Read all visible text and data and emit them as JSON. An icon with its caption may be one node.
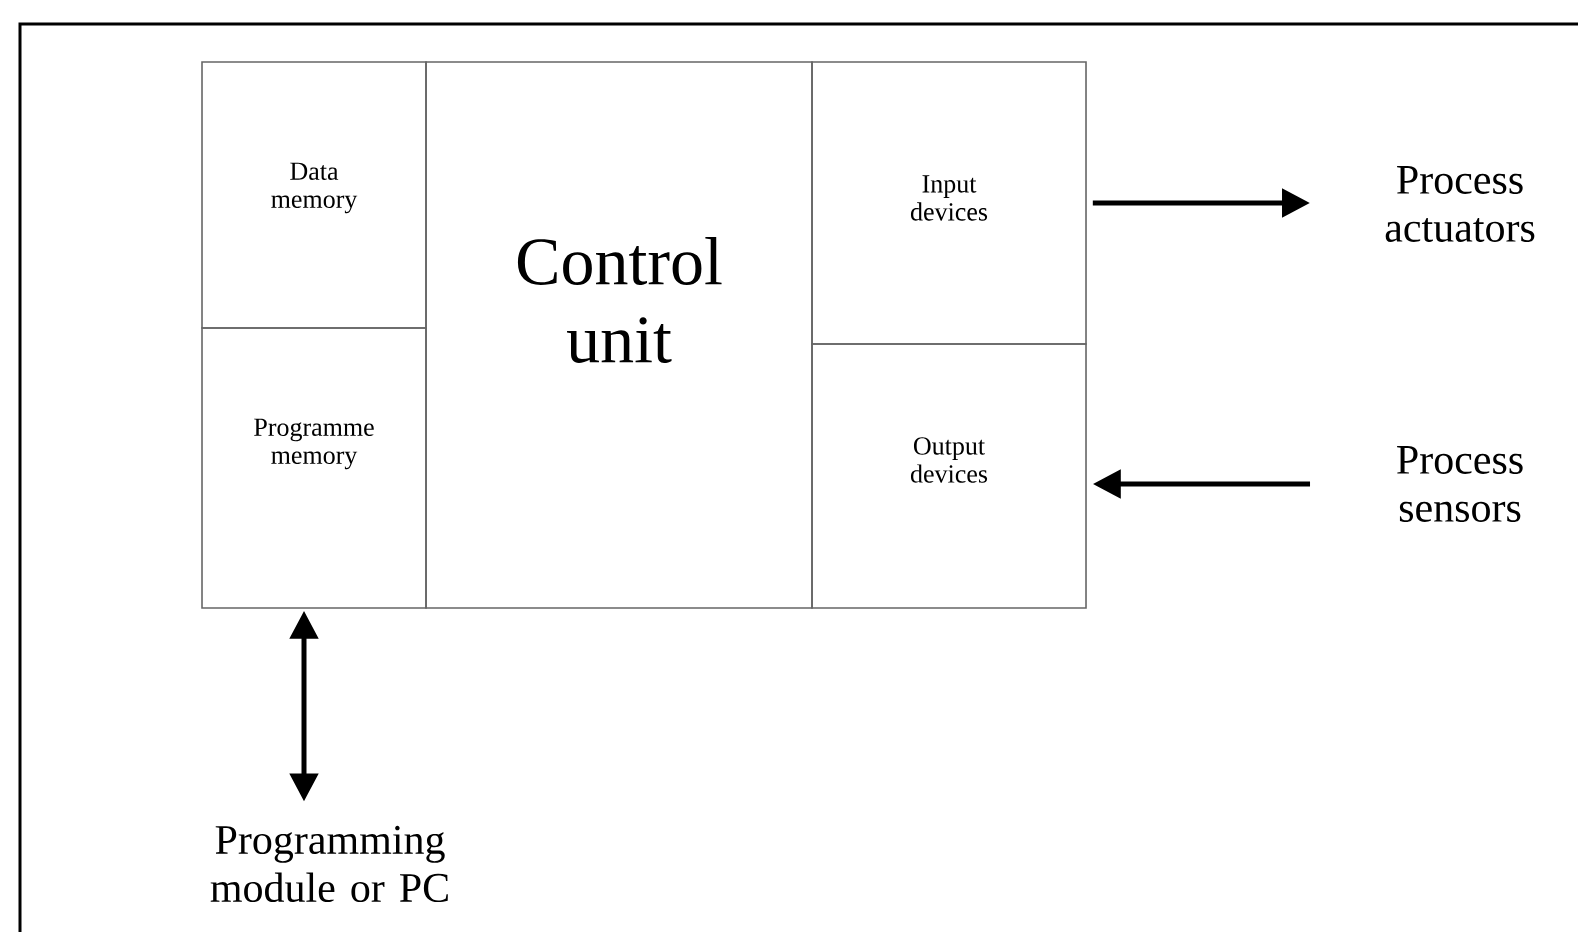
{
  "diagram": {
    "nodes": [
      {
        "text": [
          "Data memory"
        ]
      },
      {
        "text": [
          "Programme memory"
        ]
      },
      {
        "text": [
          "Control unit"
        ]
      },
      {
        "text": [
          "Input devices"
        ]
      },
      {
        "text": [
          "Output devices"
        ]
      },
      {
        "text": [
          "Process actuators"
        ]
      },
      {
        "text": [
          "Process sensors"
        ]
      },
      {
        "text": [
          "Programming module or PC"
        ]
      }
    ],
    "edges": [
      {
        "from": 3,
        "to": 5,
        "arrow": "to"
      },
      {
        "from": 6,
        "to": 4,
        "arrow": "to"
      },
      {
        "from": 1,
        "to": 7,
        "arrow": "both"
      }
    ]
  }
}
